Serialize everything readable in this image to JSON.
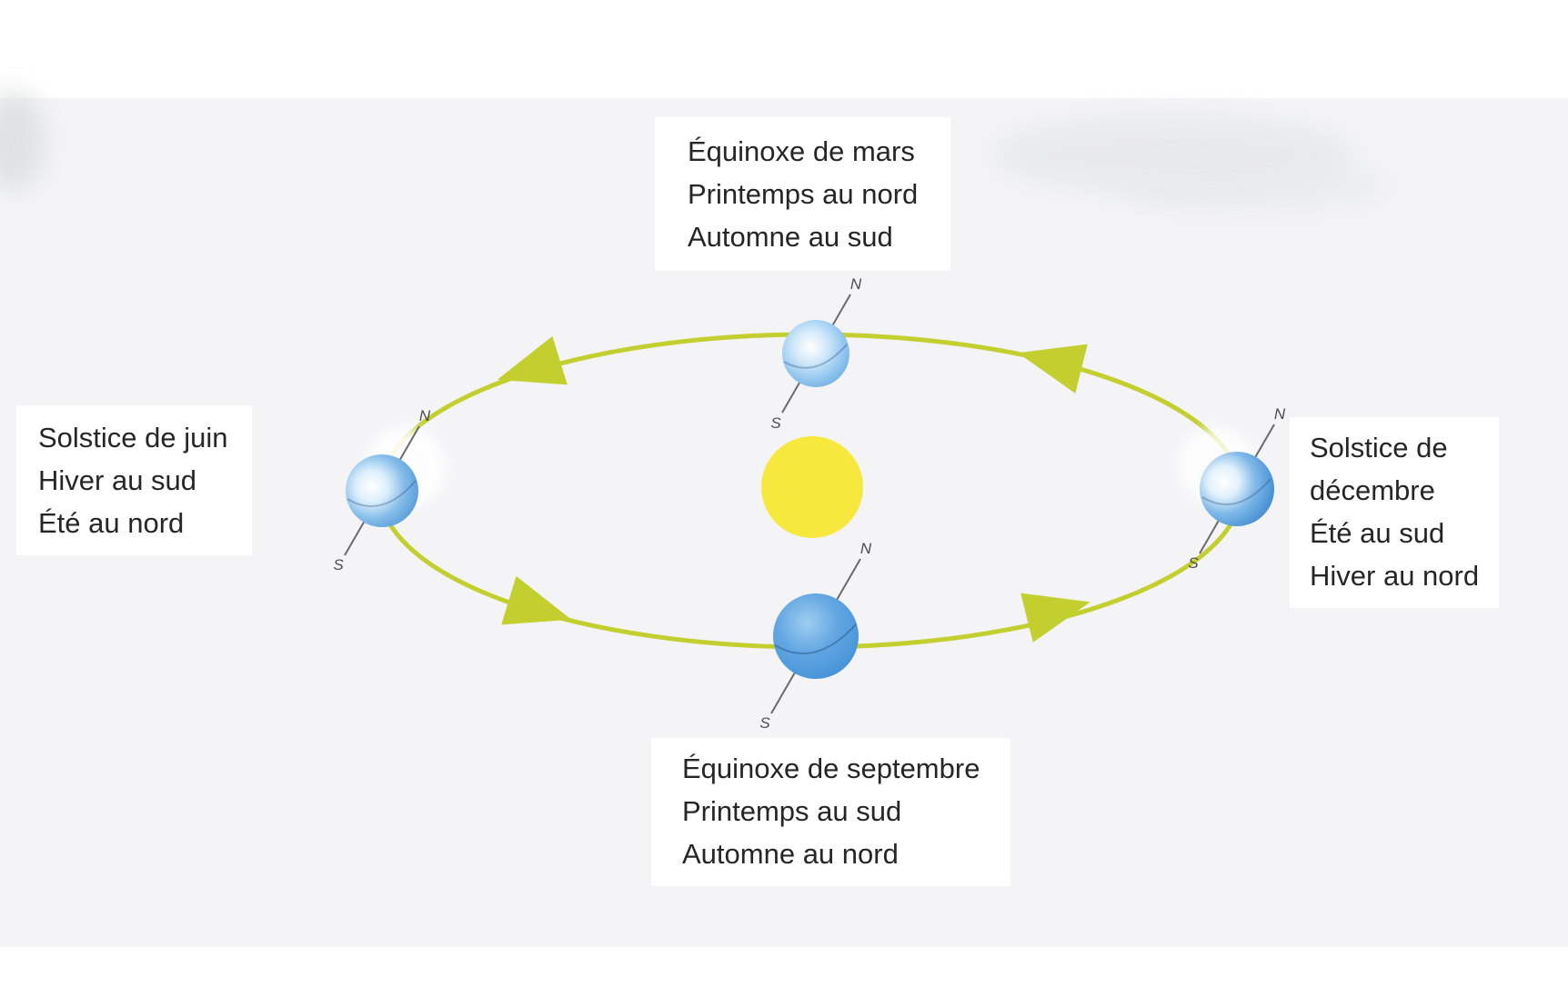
{
  "diagram": {
    "type": "earth-orbit-seasons",
    "sun_color": "#f6e83c",
    "orbit_color": "#c3cf2f",
    "earth_colors": {
      "light_blue": "#8cc6ee",
      "medium_blue": "#5ea6e0",
      "dark_blue": "#4292d8"
    },
    "axis": {
      "north": "N",
      "south": "S"
    }
  },
  "labels": {
    "march": {
      "lines": [
        "Équinoxe de mars",
        "Printemps au nord",
        "Automne au sud"
      ]
    },
    "june": {
      "lines": [
        "Solstice de juin",
        "Hiver au sud",
        "Été au nord"
      ]
    },
    "december": {
      "lines": [
        "Solstice de",
        "décembre",
        "Été au sud",
        "Hiver au nord"
      ]
    },
    "september": {
      "lines": [
        "Équinoxe de septembre",
        "Printemps au sud",
        "Automne au nord"
      ]
    }
  }
}
